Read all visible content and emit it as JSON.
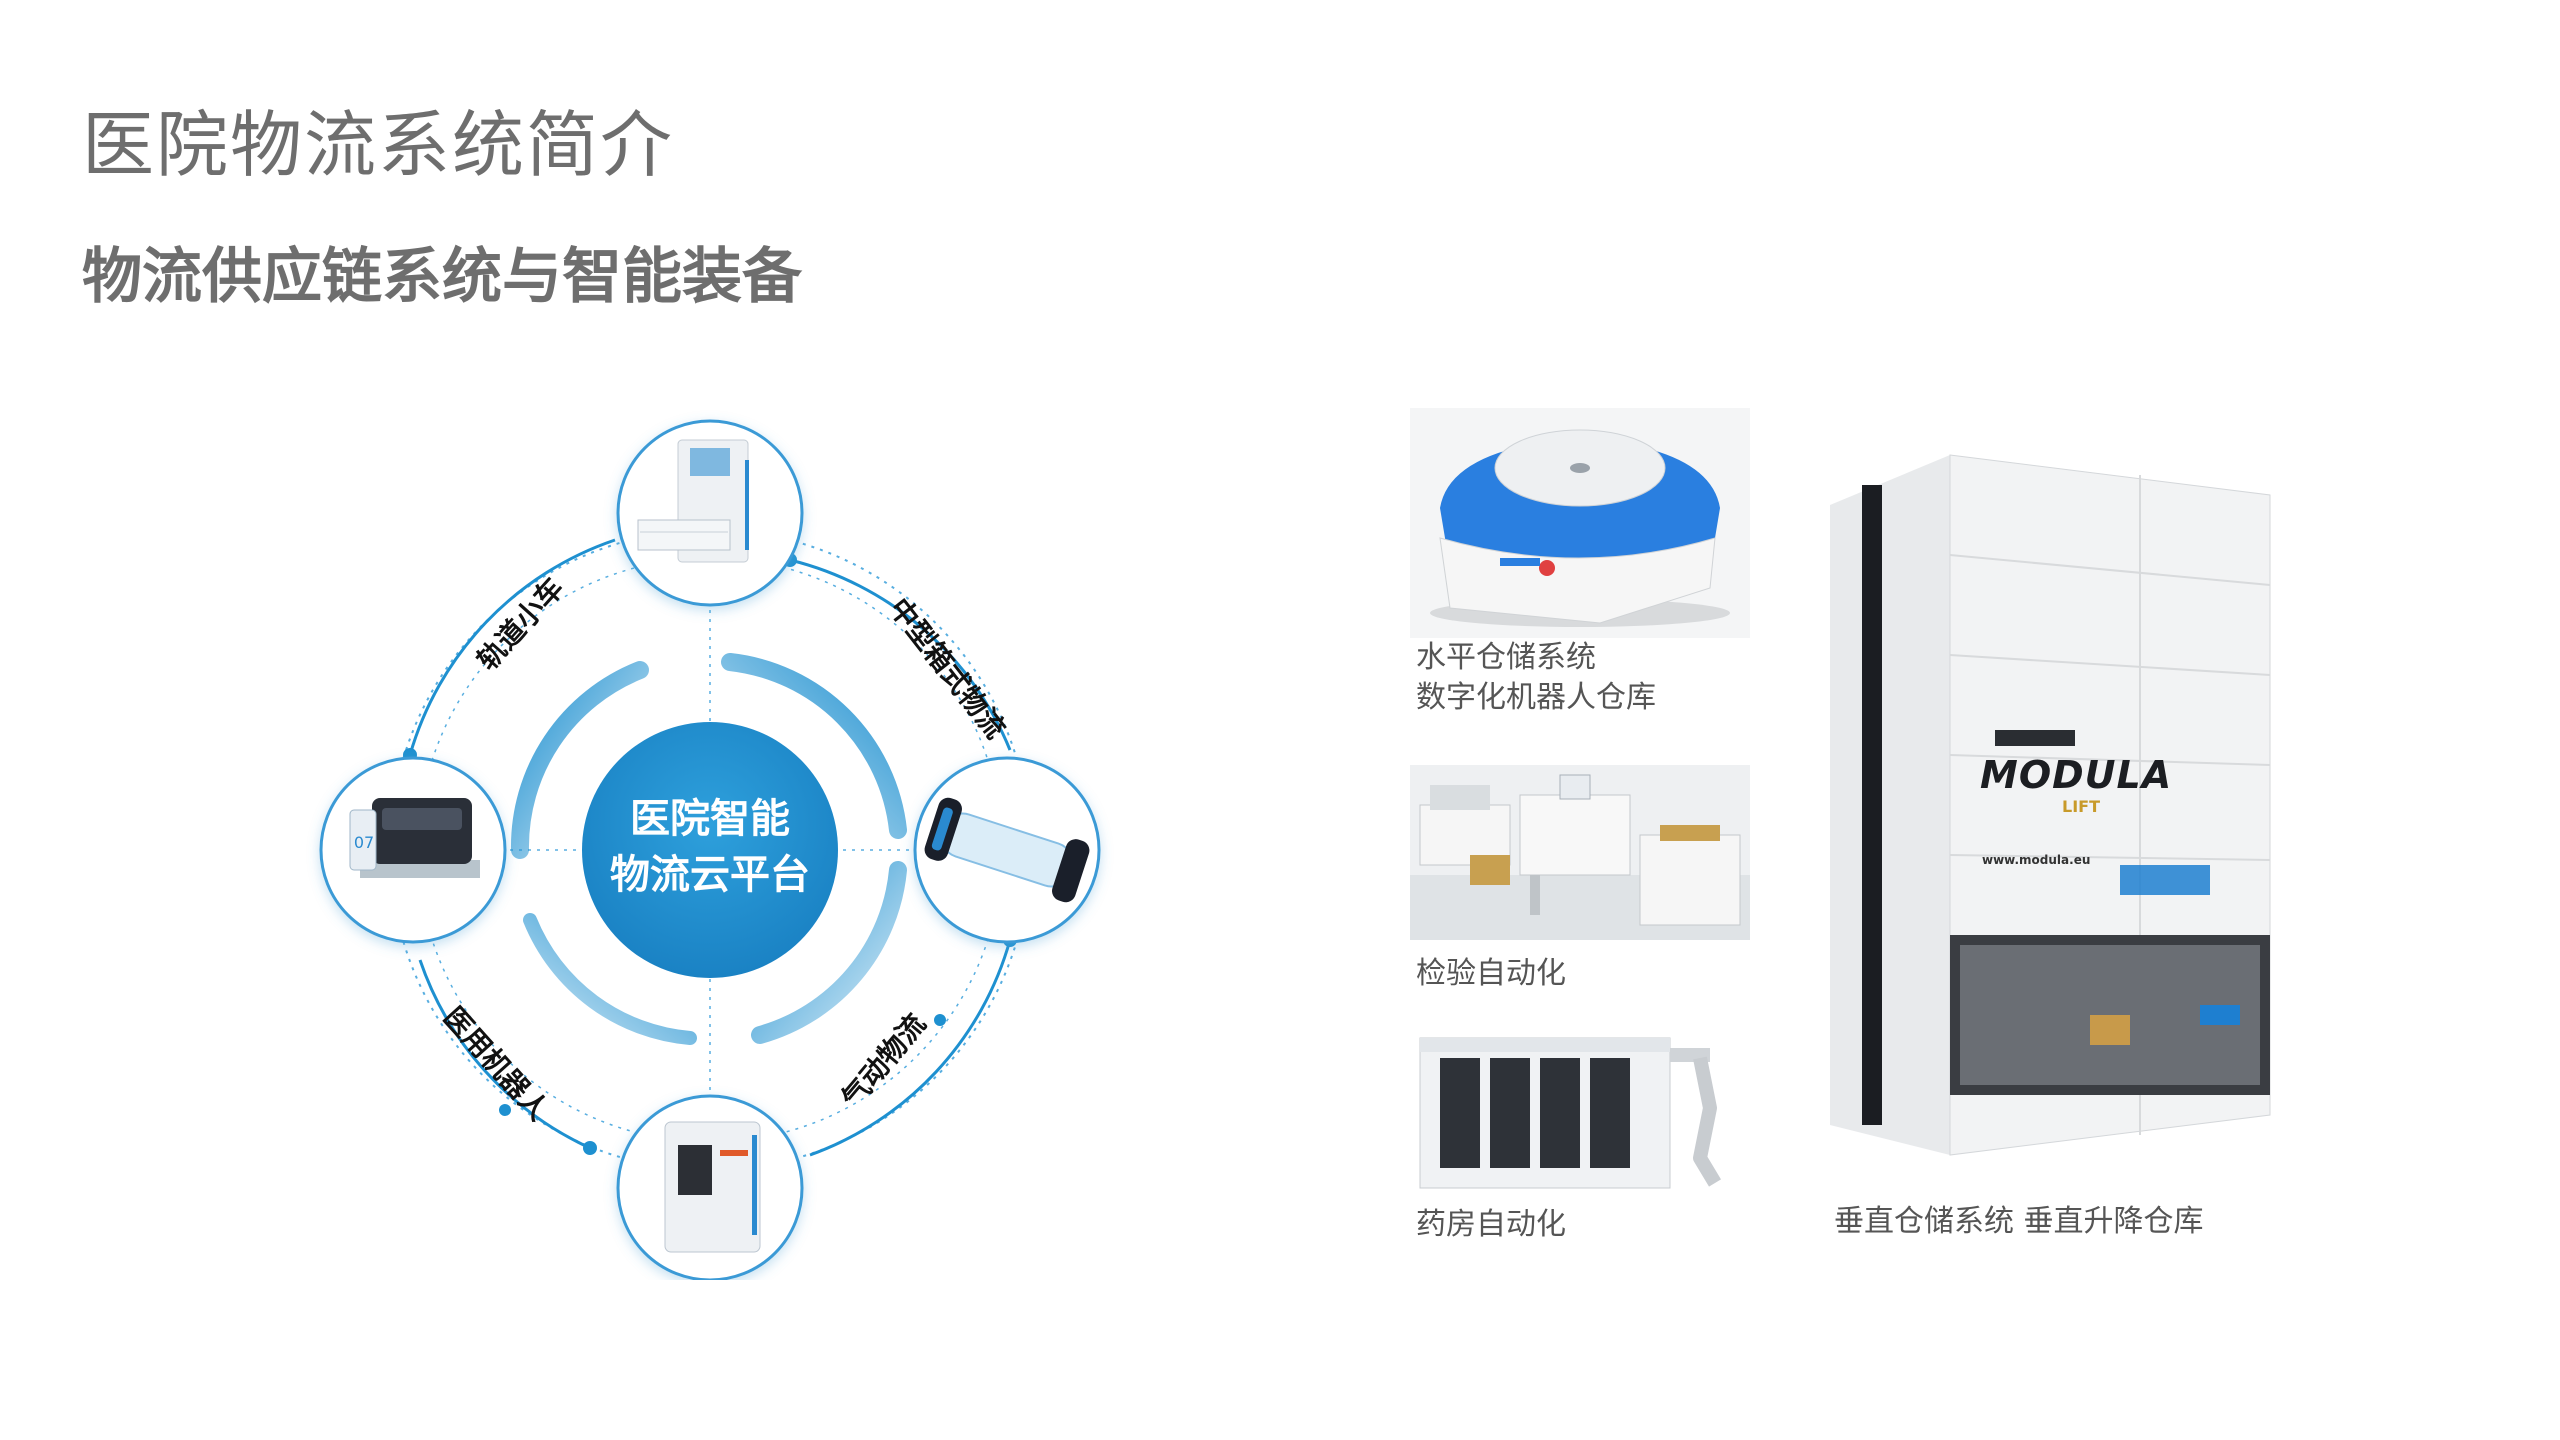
{
  "header": {
    "title": "医院物流系统简介",
    "subtitle": "物流供应链系统与智能装备"
  },
  "hub": {
    "line1": "医院智能",
    "line2": "物流云平台"
  },
  "ring_labels": {
    "rail_cart": "轨道小车",
    "box_logistics": "中型箱式物流",
    "pneumatic": "气动物流",
    "robot": "医用机器人"
  },
  "products": {
    "horizontal_line1": "水平仓储系统",
    "horizontal_line2": "数字化机器人仓库",
    "lab": "检验自动化",
    "pharmacy": "药房自动化",
    "vertical": "垂直仓储系统 垂直升降仓库"
  },
  "tower": {
    "brand": "MODULA",
    "brand_sub": "LIFT",
    "url": "www.modula.eu"
  },
  "colors": {
    "primary_blue": "#1e90d0",
    "robot_blue": "#2a7fe0",
    "ring_line": "#4aa5dc",
    "text_gray": "#6e6e6e"
  }
}
